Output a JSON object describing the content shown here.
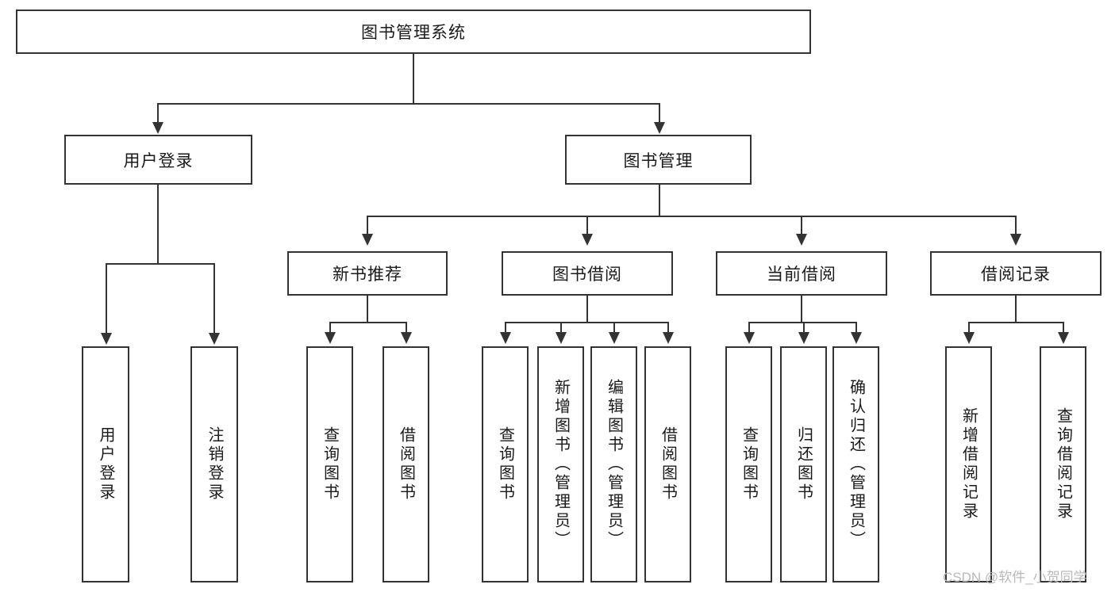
{
  "diagram": {
    "title": "图书管理系统",
    "root": {
      "label": "图书管理系统"
    },
    "level1": [
      {
        "label": "用户登录"
      },
      {
        "label": "图书管理"
      }
    ],
    "level2": [
      {
        "label": "新书推荐"
      },
      {
        "label": "图书借阅"
      },
      {
        "label": "当前借阅"
      },
      {
        "label": "借阅记录"
      }
    ],
    "leaves": {
      "user_login": [
        {
          "label": "用户登录"
        },
        {
          "label": "注销登录"
        }
      ],
      "new_book_recommend": [
        {
          "label": "查询图书"
        },
        {
          "label": "借阅图书"
        }
      ],
      "book_borrow": [
        {
          "label": "查询图书"
        },
        {
          "label": "新增图书（管理员）"
        },
        {
          "label": "编辑图书（管理员）"
        },
        {
          "label": "借阅图书"
        }
      ],
      "current_borrow": [
        {
          "label": "查询图书"
        },
        {
          "label": "归还图书"
        },
        {
          "label": "确认归还（管理员）"
        }
      ],
      "borrow_record": [
        {
          "label": "新增借阅记录"
        },
        {
          "label": "查询借阅记录"
        }
      ]
    }
  },
  "watermark": {
    "text": "CSDN @软件_小贺同学"
  },
  "colors": {
    "stroke": "#333333",
    "background": "#ffffff",
    "text": "#1a1a1a",
    "watermark": "#b9b9b9"
  }
}
